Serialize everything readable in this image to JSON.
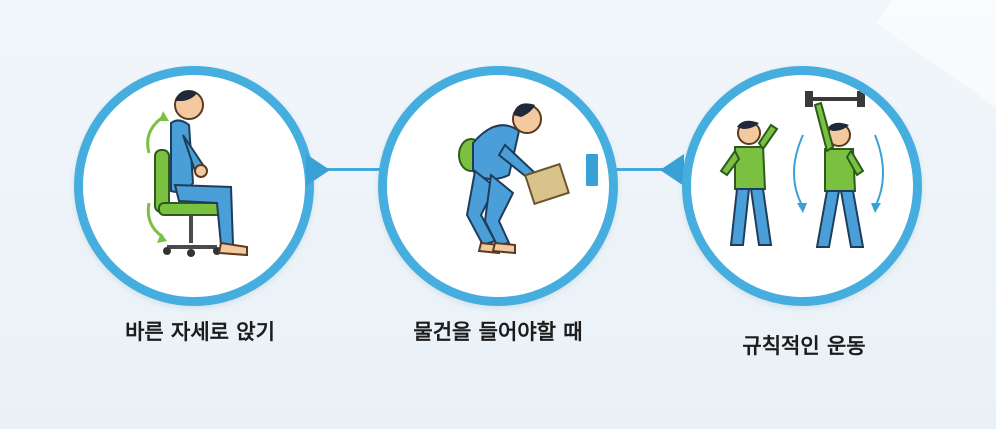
{
  "steps": [
    {
      "label": "바른 자세로 앉기",
      "icon": "seated-posture-icon"
    },
    {
      "label": "물건을 들어야할 때",
      "icon": "lifting-object-icon"
    },
    {
      "label": "규칙적인 운동",
      "icon": "exercise-icon"
    }
  ],
  "colors": {
    "ring": "#46aedf",
    "skin": "#f4c9a0",
    "shirt": "#4a9fd8",
    "green": "#7ac142",
    "accent": "#3aa1d6"
  }
}
